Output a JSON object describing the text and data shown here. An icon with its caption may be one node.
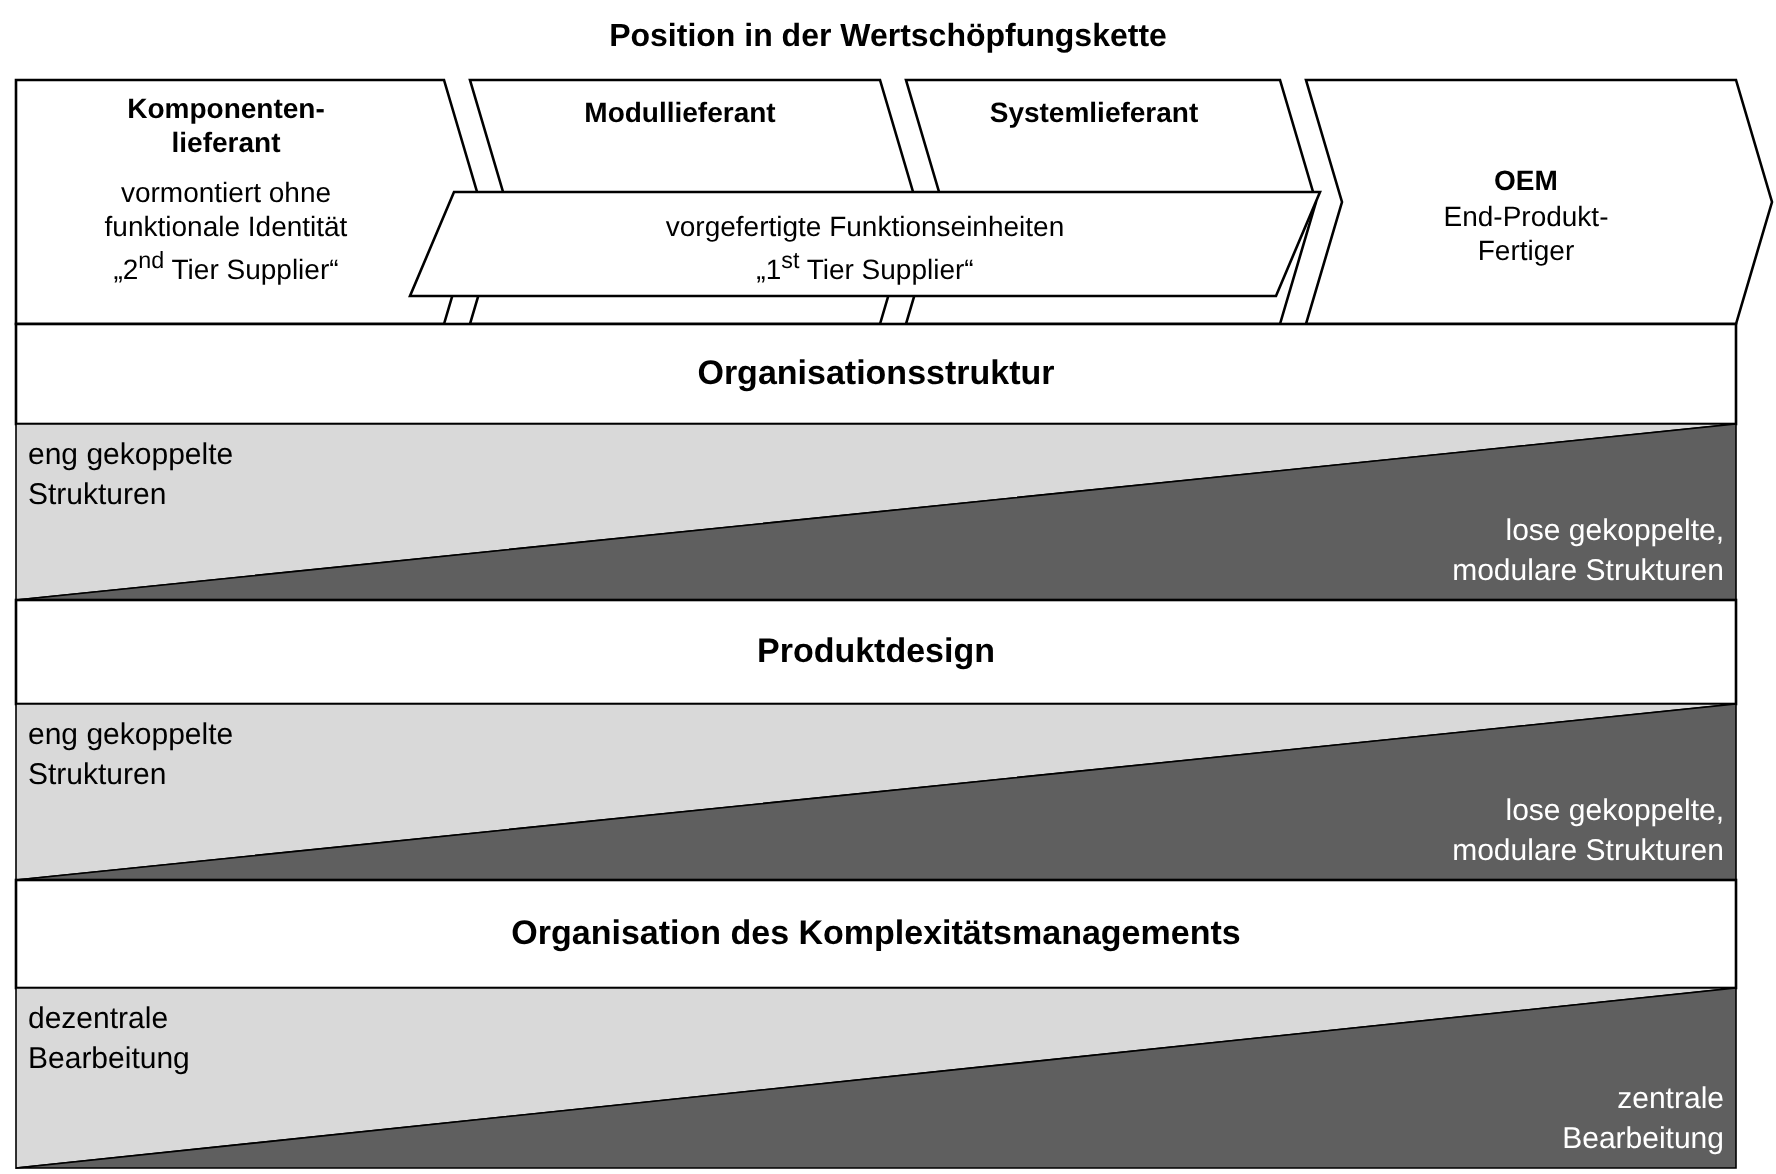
{
  "diagram": {
    "title": "Position in der Wertschöpfungskette",
    "nodes": [
      {
        "text": [
          "Komponenten-lieferant",
          "vormontiert ohne funktionale Identität",
          "„2$^{nd}$ Tier Supplier“"
        ]
      },
      {
        "text": [
          "Modullieferant"
        ]
      },
      {
        "text": [
          "Systemlieferant"
        ]
      },
      {
        "text": [
          "OEM",
          "End-Produkt-Fertiger"
        ]
      },
      {
        "text": [
          "vorgefertigte Funktionseinheiten „1$^{st}$ Tier Supplier“"
        ]
      },
      {
        "text": [
          "Organisationsstruktur"
        ]
      },
      {
        "text": [
          "eng gekoppelte Strukturen"
        ]
      },
      {
        "text": [
          "lose gekoppelte, modulare Strukturen"
        ]
      },
      {
        "text": [
          "Produktdesign"
        ]
      },
      {
        "text": [
          "eng gekoppelte Strukturen"
        ]
      },
      {
        "text": [
          "lose gekoppelte, modulare Strukturen"
        ]
      },
      {
        "text": [
          "Organisation des Komplexitätsmanagements"
        ]
      },
      {
        "text": [
          "dezentrale Bearbeitung"
        ]
      },
      {
        "text": [
          "zentrale Bearbeitung"
        ]
      }
    ]
  }
}
